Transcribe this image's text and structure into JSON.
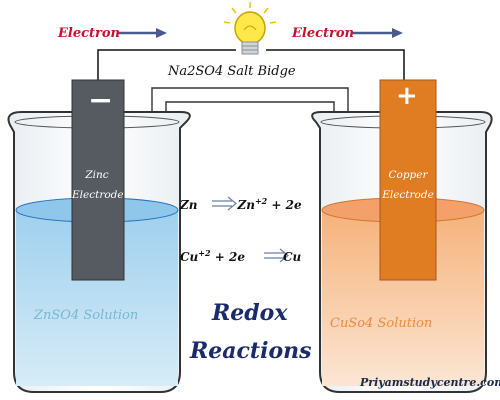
{
  "arrows": {
    "left_label": "Electron",
    "right_label": "Electron"
  },
  "salt_bridge": {
    "label": "Na2SO4 Salt Bidge"
  },
  "anode": {
    "sign": "−",
    "label_line1": "Zinc",
    "label_line2": "Electrode",
    "solution_label": "ZnSO4 Solution",
    "electrode_color": "#555b61",
    "solution_color": "#bfe0f2"
  },
  "cathode": {
    "sign": "+",
    "label_line1": "Copper",
    "label_line2": "Electrode",
    "solution_label": "CuSo4 Solution",
    "electrode_color": "#e07c22",
    "solution_color": "#f9d3b2"
  },
  "equations": {
    "line1_left": "Zn",
    "line1_right": "Zn",
    "line1_sup": "+2",
    "line1_tail": " + 2e",
    "line2_left": "Cu",
    "line2_sup": "+2",
    "line2_mid": " + 2e",
    "line2_right": "Cu"
  },
  "title": {
    "line1": "Redox",
    "line2": "Reactions"
  },
  "credit": {
    "website": "Priyamstudycentre.com"
  },
  "colors": {
    "electron_arrow": "#c8102e",
    "arrow_head": "#4a5a8a",
    "title": "#1b2a6b",
    "bulb": "#ffe94a"
  }
}
